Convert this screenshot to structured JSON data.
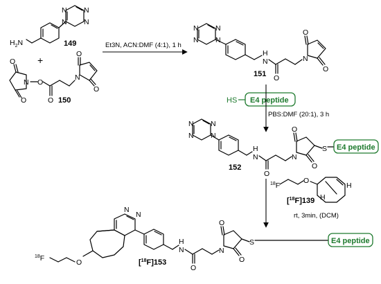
{
  "compounds": {
    "c149": "149",
    "c150": "150",
    "c151": "151",
    "c152": "152",
    "c139_pre": "[",
    "c139_iso": "18",
    "c139_post": "F]139",
    "c153_pre": "[",
    "c153_iso": "18",
    "c153_post": "F]153"
  },
  "conditions": {
    "step1": "Et3N, ACN:DMF (4:1), 1 h",
    "step2": "PBS:DMF (20:1), 3 h",
    "step3": "rt, 3min, (DCM)"
  },
  "plus": "+",
  "peptide": "E4 peptide",
  "atoms": {
    "H2N": "H2N",
    "N": "N",
    "O": "O",
    "S": "S",
    "HS": "HS",
    "H": "H",
    "NH": "N",
    "H_of_NH": "H",
    "F_iso": "18",
    "F": "F"
  }
}
